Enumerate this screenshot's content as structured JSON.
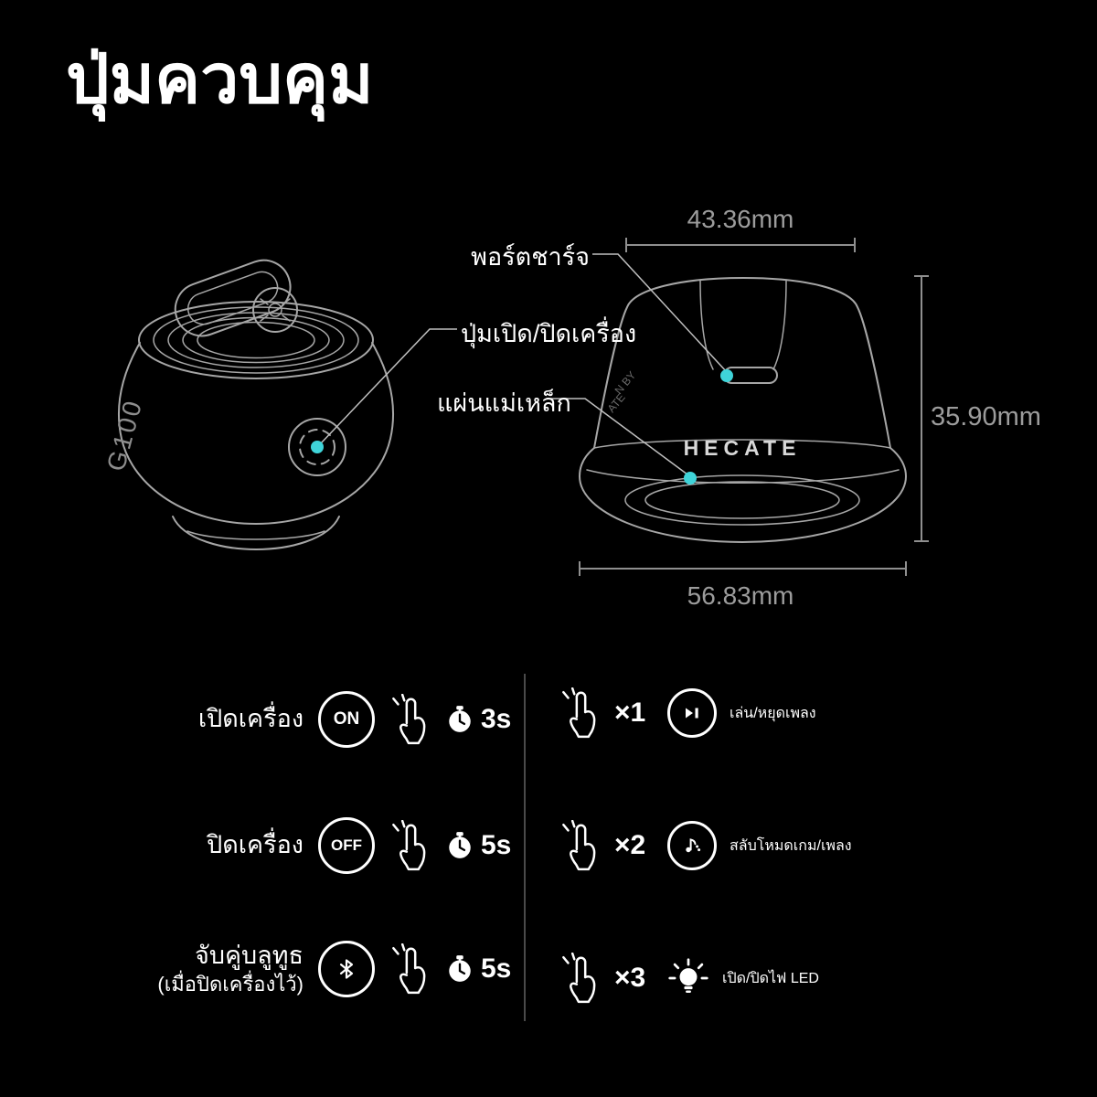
{
  "colors": {
    "bg": "#000000",
    "text": "#ffffff",
    "accent": "#3fd4d9",
    "line_art": "#a6a6a6",
    "dim_text": "#9c9c9c",
    "callout_line": "#c0c0c0",
    "divider": "#4a4a4a"
  },
  "title": "ปุ่มควบคุม",
  "diagram": {
    "callouts": {
      "port": "พอร์ตชาร์จ",
      "power": "ปุ่มเปิด/ปิดเครื่อง",
      "magnet": "แผ่นแม่เหล็ก"
    },
    "dimensions": {
      "top_width": "43.36mm",
      "height": "35.90mm",
      "bottom_width": "56.83mm"
    },
    "left_speaker": {
      "model_text": "G100"
    },
    "right_speaker": {
      "brand_text": "HECATE",
      "side_text_1": "N BY",
      "side_text_2": "ATE"
    }
  },
  "controls": {
    "left": [
      {
        "label": "เปิดเครื่อง",
        "badge": "ON",
        "duration": "3s"
      },
      {
        "label": "ปิดเครื่อง",
        "badge": "OFF",
        "duration": "5s"
      },
      {
        "label": "จับคู่บลูทูธ",
        "sublabel": "(เมื่อปิดเครื่องไว้)",
        "badge": "bluetooth",
        "duration": "5s"
      }
    ],
    "right": [
      {
        "taps": "×1",
        "action": "เล่น/หยุดเพลง"
      },
      {
        "taps": "×2",
        "action": "สลับโหมดเกม/เพลง"
      },
      {
        "taps": "×3",
        "action": "เปิด/ปิดไฟ LED"
      }
    ]
  }
}
